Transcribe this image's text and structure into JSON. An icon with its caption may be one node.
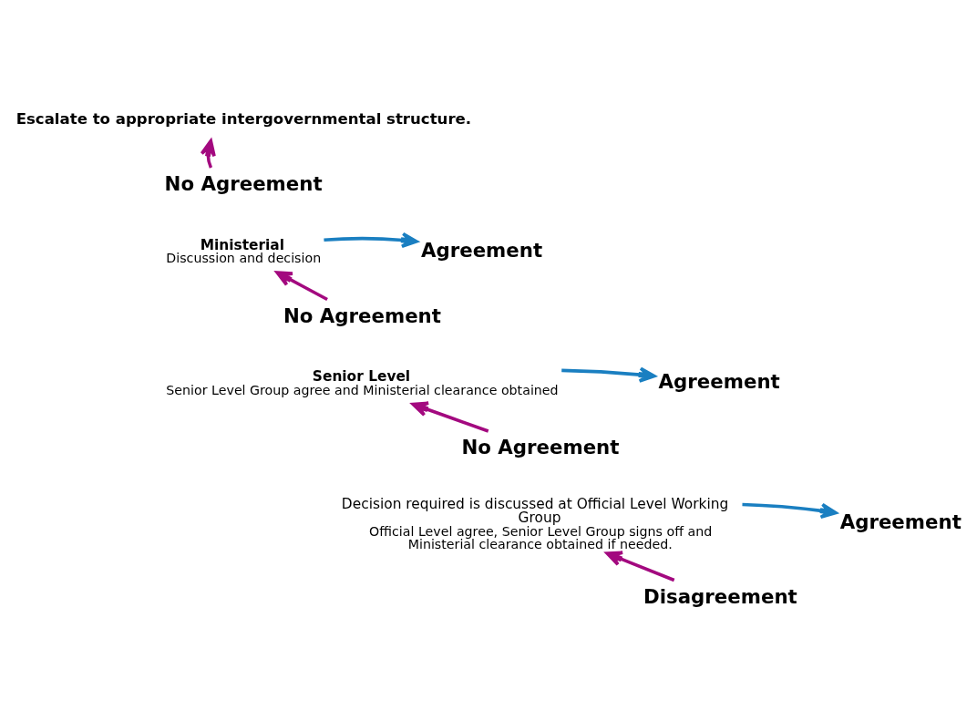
{
  "diagram": {
    "nodes": [
      {
        "text": [
          "Escalate to appropriate intergovernmental structure."
        ]
      },
      {
        "text": [
          "No Agreement"
        ]
      },
      {
        "text": [
          "Ministerial",
          "Discussion and decision"
        ]
      },
      {
        "text": [
          "Agreement"
        ]
      },
      {
        "text": [
          "No Agreement"
        ]
      },
      {
        "text": [
          "Senior Level",
          "Senior Level Group agree and Ministerial clearance obtained"
        ]
      },
      {
        "text": [
          "Agreement"
        ]
      },
      {
        "text": [
          "No Agreement"
        ]
      },
      {
        "text": [
          "Decision required is discussed at Official Level Working Group",
          "Official Level agree, Senior Level Group signs off and Ministerial clearance obtained if needed."
        ]
      },
      {
        "text": [
          "Agreement"
        ]
      },
      {
        "text": [
          "Disagreement"
        ]
      }
    ],
    "edges": [
      {
        "from": 1,
        "to": 0,
        "arrow": "to",
        "color": "#a3097f"
      },
      {
        "from": 2,
        "to": 3,
        "arrow": "to",
        "color": "#1a7fc1"
      },
      {
        "from": 4,
        "to": 2,
        "arrow": "to",
        "color": "#a3097f"
      },
      {
        "from": 5,
        "to": 6,
        "arrow": "to",
        "color": "#1a7fc1"
      },
      {
        "from": 7,
        "to": 5,
        "arrow": "to",
        "color": "#a3097f"
      },
      {
        "from": 8,
        "to": 9,
        "arrow": "to",
        "color": "#1a7fc1"
      },
      {
        "from": 10,
        "to": 8,
        "arrow": "to",
        "color": "#a3097f"
      }
    ]
  }
}
